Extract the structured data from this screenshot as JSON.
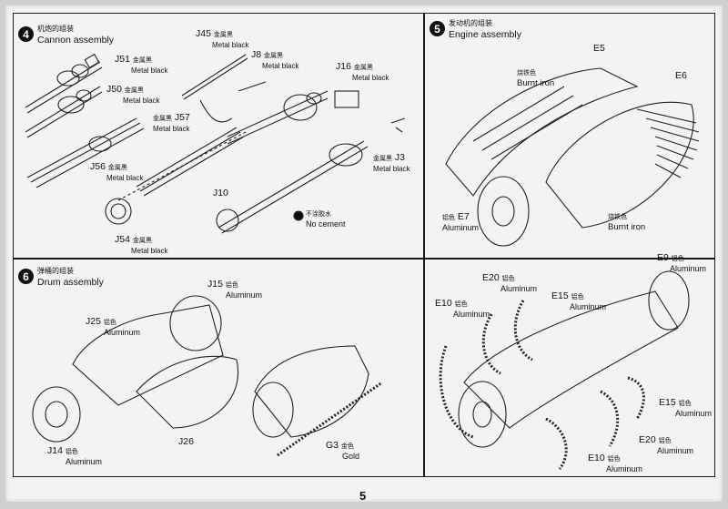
{
  "page_number": "5",
  "steps": {
    "s4": {
      "num": "4",
      "title_cn": "机炮的组装",
      "title_en": "Cannon assembly"
    },
    "s5": {
      "num": "5",
      "title_cn": "发动机的组装",
      "title_en": "Engine assembly"
    },
    "s6": {
      "num": "6",
      "title_cn": "弹桶的组装",
      "title_en": "Drum assembly"
    }
  },
  "labels4": {
    "j51": "J51",
    "j51_cn": "金属黑",
    "j51_en": "Metal black",
    "j50": "J50",
    "j50_cn": "金属黑",
    "j50_en": "Metal black",
    "j45": "J45",
    "j45_cn": "金属黑",
    "j45_en": "Metal black",
    "j8": "J8",
    "j8_cn": "金属黑",
    "j8_en": "Metal black",
    "j16": "J16",
    "j16_cn": "金属黑",
    "j16_en": "Metal black",
    "j57": "J57",
    "j57_cn": "金属黑",
    "j57_en": "Metal black",
    "j56": "J56",
    "j56_cn": "金属黑",
    "j56_en": "Metal black",
    "j3": "J3",
    "j3_cn": "金属黑",
    "j3_en": "Metal black",
    "j10": "J10",
    "nocement_cn": "不涂胶水",
    "nocement_en": "No cement",
    "j54": "J54",
    "j54_cn": "金属黑",
    "j54_en": "Metal black"
  },
  "labels5": {
    "e5": "E5",
    "e6": "E6",
    "burnt1_cn": "烧铁色",
    "burnt1_en": "Burnt iron",
    "e7": "E7",
    "e7_cn": "铝色",
    "e7_en": "Aluminum",
    "burnt2_cn": "烧铁色",
    "burnt2_en": "Burnt iron",
    "e9": "E9",
    "e9_cn": "铝色",
    "e9_en": "Aluminum",
    "e20a": "E20",
    "e20a_cn": "铝色",
    "e20a_en": "Aluminum",
    "e15a": "E15",
    "e15a_cn": "铝色",
    "e15a_en": "Aluminum",
    "e10a": "E10",
    "e10a_cn": "铝色",
    "e10a_en": "Aluminum",
    "e15b": "E15",
    "e15b_cn": "铝色",
    "e15b_en": "Aluminum",
    "e20b": "E20",
    "e20b_cn": "铝色",
    "e20b_en": "Aluminum",
    "e10b": "E10",
    "e10b_cn": "铝色",
    "e10b_en": "Aluminum"
  },
  "labels6": {
    "j15": "J15",
    "j15_cn": "铝色",
    "j15_en": "Aluminum",
    "j25": "J25",
    "j25_cn": "铝色",
    "j25_en": "Aluminum",
    "j26": "J26",
    "j14": "J14",
    "j14_cn": "铝色",
    "j14_en": "Aluminum",
    "g3": "G3",
    "g3_cn": "金色",
    "g3_en": "Gold"
  }
}
